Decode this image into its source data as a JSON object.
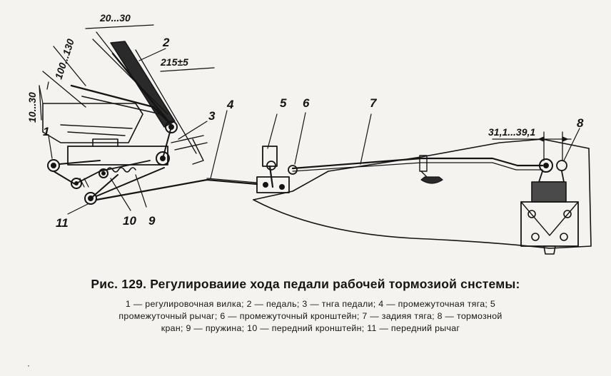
{
  "dimensions": {
    "d1": "20...30",
    "d2": "100...130",
    "d3": "215±5",
    "d4": "10...30",
    "d5": "31,1...39,1"
  },
  "callouts": [
    "1",
    "2",
    "3",
    "4",
    "5",
    "6",
    "7",
    "8",
    "9",
    "10",
    "11"
  ],
  "caption": {
    "title": "Рис. 129. Регулироваиие хода педали рабочей тормозиой снстемы:",
    "legend_lines": [
      "1 — регулировочная вилка; 2 — педаль; 3 — тнга педали; 4 — промежуточная тяга; 5",
      "промежуточный рычаг; 6 — промежуточный кронштейн; 7 — задияя тяга; 8 — тормозной",
      "кран; 9 — пружина; 10 — передний кронштейн; 11 — передний рычаг"
    ]
  },
  "stray_marks": [
    "·",
    "·"
  ],
  "colors": {
    "ink": "#141414",
    "paper": "#f4f3f0"
  }
}
